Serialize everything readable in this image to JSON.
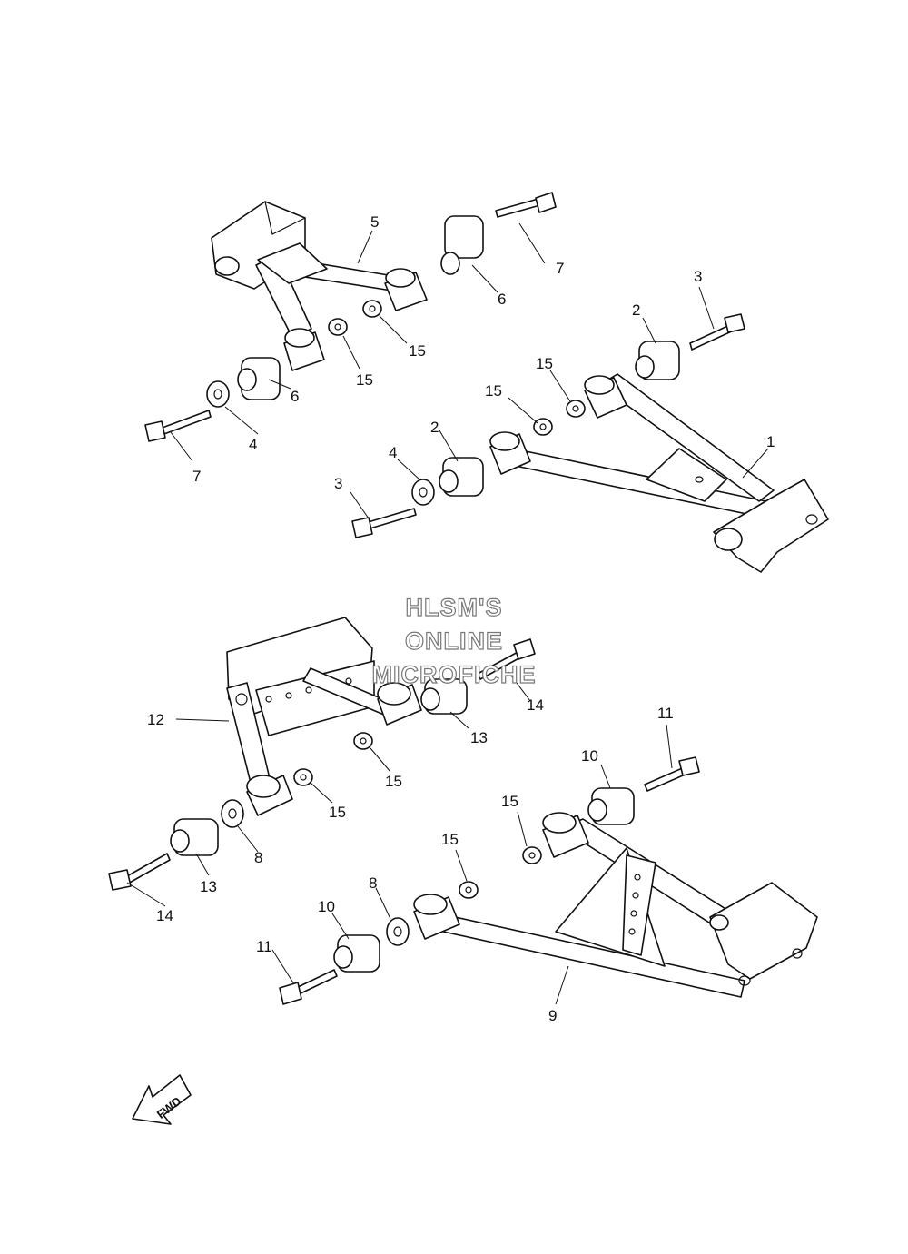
{
  "watermark": {
    "line1": "HLSM'S",
    "line2": "ONLINE",
    "line3": "MICROFICHE"
  },
  "direction": {
    "label": "FWD"
  },
  "callouts": {
    "n1": "1",
    "n2": "2",
    "n3": "3",
    "n4": "4",
    "n5": "5",
    "n6": "6",
    "n7": "7",
    "n8": "8",
    "n9": "9",
    "n10": "10",
    "n11": "11",
    "n12": "12",
    "n13": "13",
    "n14": "14",
    "n15": "15"
  }
}
